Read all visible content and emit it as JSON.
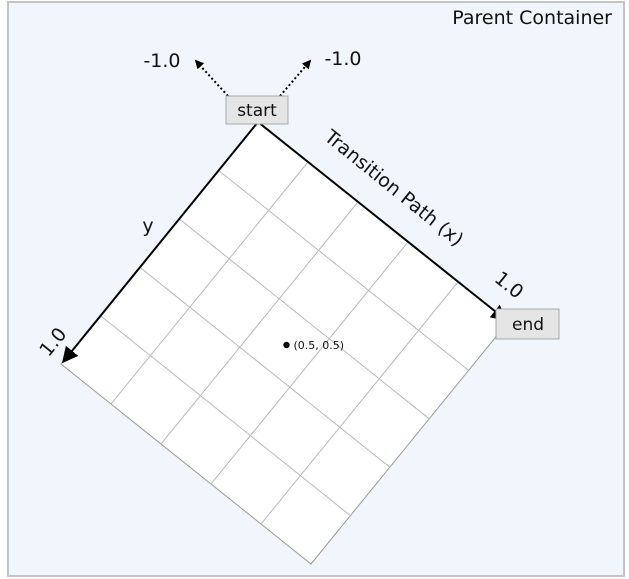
{
  "container": {
    "title": "Parent Container",
    "background": "#f1f6fc",
    "border": "#c4c4c4"
  },
  "nodes": {
    "start": "start",
    "end": "end",
    "fill": "#e5e5e5",
    "stroke": "#a9a9a9"
  },
  "axes": {
    "x_label": "Transition Path (x)",
    "y_label": "y",
    "x_end": "1.0",
    "y_end": "1.0",
    "neg_left": "-1.0",
    "neg_right": "-1.0"
  },
  "point": {
    "label": "(0.5, 0.5)",
    "x": 0.5,
    "y": 0.5
  },
  "grid": {
    "divisions": 5,
    "line_color": "#b9b9b9",
    "fill": "#ffffff"
  }
}
